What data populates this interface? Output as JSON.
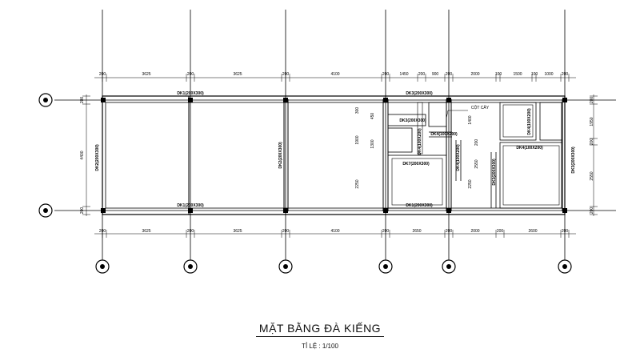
{
  "drawing": {
    "title": "MẶT BẰNG ĐÀ KIẾNG",
    "scale_label": "TỈ LỆ : 1/100"
  },
  "top_dimensions": [
    "200",
    "3625",
    "200",
    "3625",
    "200",
    "4100",
    "200",
    "1450",
    "200",
    "900",
    "200",
    "2000",
    "100",
    "1500",
    "100",
    "1000",
    "200"
  ],
  "bottom_dimensions": [
    "200",
    "3625",
    "200",
    "3625",
    "200",
    "4100",
    "200",
    "2650",
    "200",
    "2000",
    "200",
    "2600",
    "200"
  ],
  "left_dimensions": [
    "200",
    "4400",
    "200"
  ],
  "right_dimensions": [
    "200",
    "1950",
    "200",
    "2550",
    "200"
  ],
  "interior_dimensions": {
    "stair_left": [
      "300",
      "1900",
      "2250"
    ],
    "stair_right": [
      "1400",
      "2250"
    ],
    "wc_left": [
      "200",
      "2550"
    ],
    "corridor": [
      "450",
      "1300"
    ]
  },
  "beam_labels": {
    "top_left": "DK1(200X300)",
    "bottom_left": "DK1(200X300)",
    "left_vertical": "DK2(200X300)",
    "mid_vertical": "DK2(200X300)",
    "top_right": "DK3(200X300)",
    "small_horizontal": "DK3(200X300)",
    "diagonal_beam": "DK4(100X200)",
    "inner_vertical_a": "DK4(100X200)",
    "inner_vertical_b": "DK4(100X200)",
    "stair_box": "DK7(200X300)",
    "bottom_right": "DK1(200X300)",
    "right_box_v": "DK4(100X200)",
    "right_box_h": "DK4(100X200)",
    "right_vertical": "DK3(200X300)",
    "far_right_vertical": "DK3(200X300)",
    "column_note": "CỘT CÂY"
  }
}
